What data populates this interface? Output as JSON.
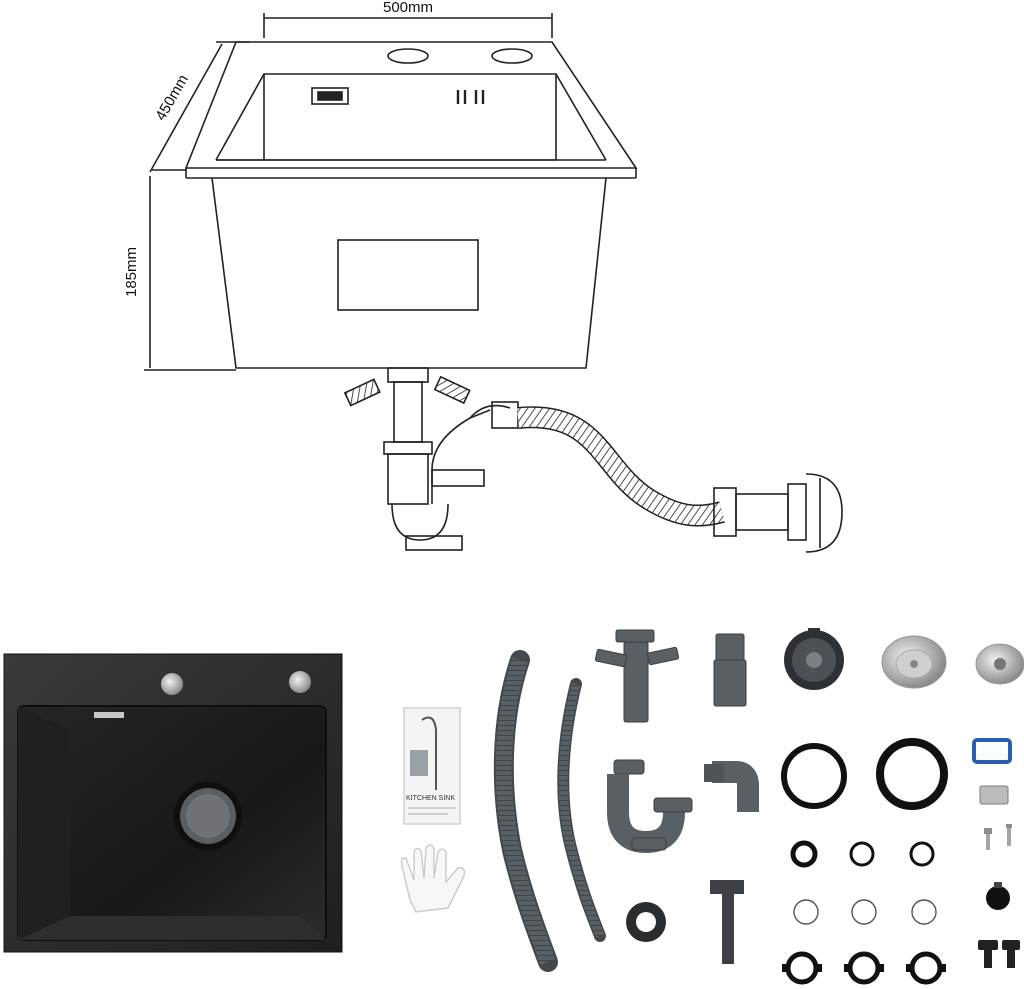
{
  "diagram": {
    "dimensions": {
      "width": "500mm",
      "depth": "450mm",
      "height": "185mm"
    },
    "manual": {
      "title": "KITCHEN SINK"
    }
  },
  "colors": {
    "line": "#222222",
    "sink_dark": "#2b2b2d",
    "part_gray": "#555a5f",
    "accent_blue": "#2a5fb0"
  }
}
